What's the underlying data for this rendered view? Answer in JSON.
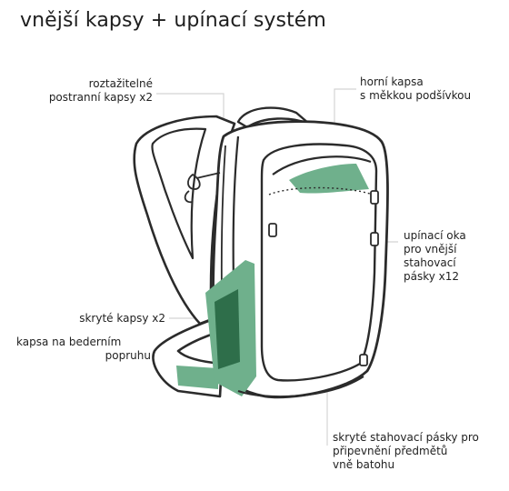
{
  "title": "vnější kapsy + upínací systém",
  "colors": {
    "accent": "#6fb08c",
    "accent_dark": "#2e6e4a",
    "outline": "#2b2b2b",
    "leader": "#d4d4d4"
  },
  "labels": {
    "side_pockets": [
      "roztažitelné",
      "postranní kapsy x2"
    ],
    "top_pocket": [
      "horní kapsa",
      "s měkkou podšívkou"
    ],
    "attachment_loops": [
      "upínací oka",
      "pro vnější",
      "stahovací",
      "pásky x12"
    ],
    "hidden_pockets": [
      "skryté kapsy x2"
    ],
    "hip_belt_pocket": [
      "kapsa na bederním",
      "popruhu"
    ],
    "hidden_straps": [
      "skryté stahovací pásky pro",
      "připevnění předmětů",
      "vně batohu"
    ]
  }
}
